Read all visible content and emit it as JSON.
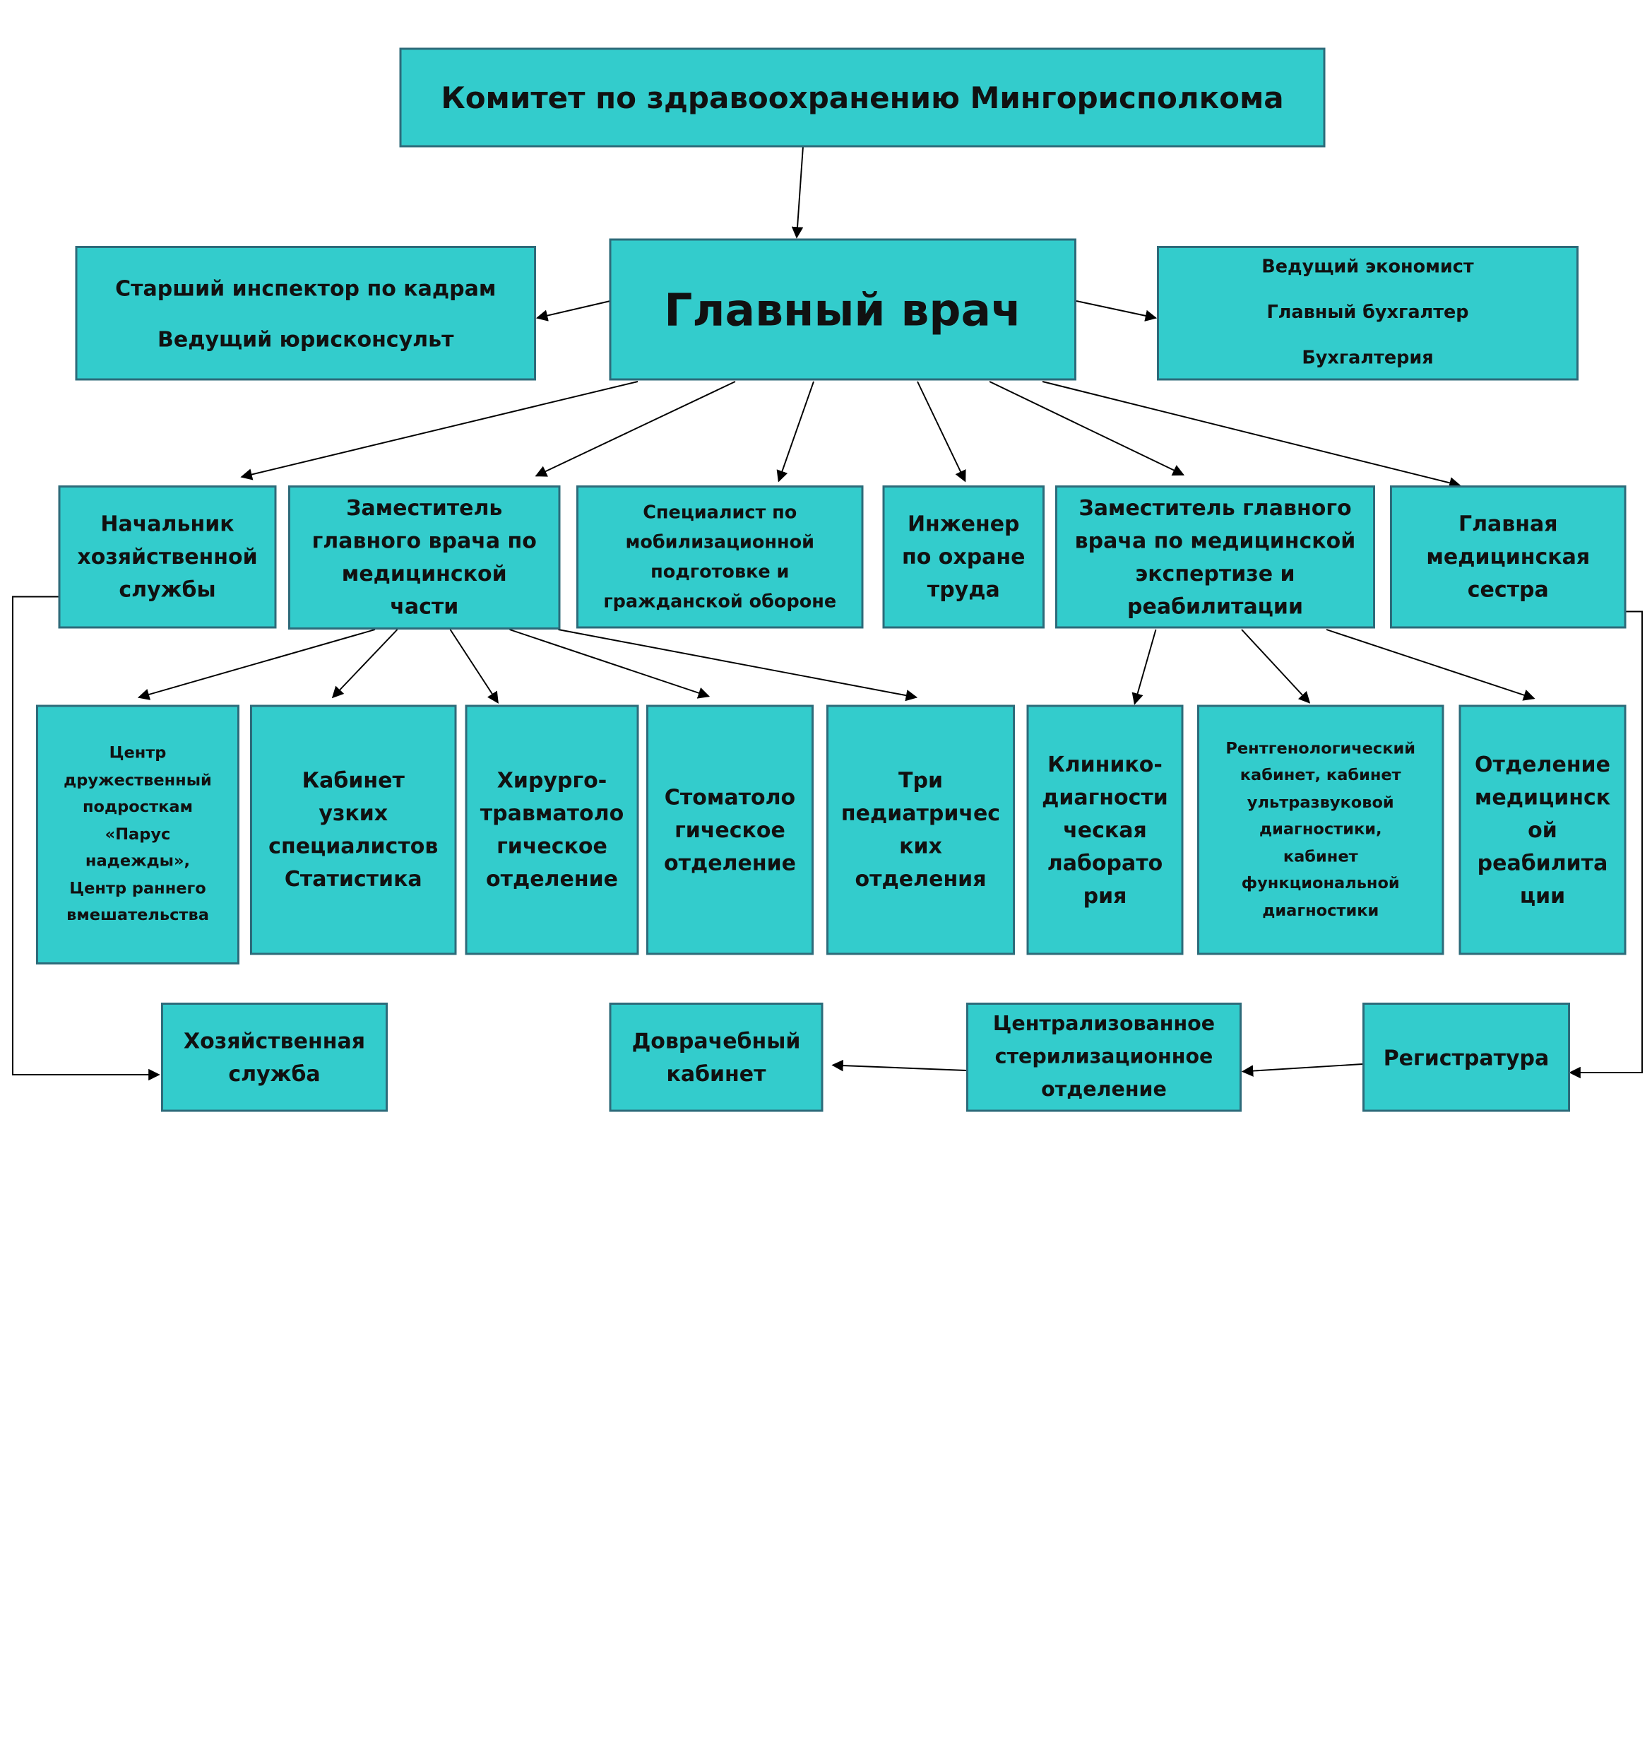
{
  "colors": {
    "box_fill": "#33cccc",
    "box_border": "#2d6b7a",
    "line": "#000000"
  },
  "nodes": {
    "committee": [
      "Комитет по здравоохранению Мингорисполкома"
    ],
    "chief": [
      "Главный врач"
    ],
    "hr_legal": [
      "Старший инспектор по кадрам",
      "Ведущий юрисконсульт"
    ],
    "economics": [
      "Ведущий экономист",
      "Главный бухгалтер",
      "Бухгалтерия"
    ],
    "head_household": [
      "Начальник",
      "хозяйственной",
      "службы"
    ],
    "deputy_medical": [
      "Заместитель",
      "главного врача по",
      "медицинской",
      "части"
    ],
    "mobilization": [
      "Специалист по",
      "мобилизационной",
      "подготовке и",
      "гражданской обороне"
    ],
    "safety_engineer": [
      "Инженер",
      "по охране",
      "труда"
    ],
    "deputy_expertise": [
      "Заместитель главного",
      "врача по медицинской",
      "экспертизе и",
      "реабилитации"
    ],
    "head_nurse": [
      "Главная",
      "медицинская",
      "сестра"
    ],
    "youth_center": [
      "Центр",
      "дружественный",
      "подросткам",
      "«Парус",
      "надежды»,",
      "Центр раннего",
      "вмешательства"
    ],
    "specialists": [
      "Кабинет",
      "узких",
      "специалистов",
      "Статистика"
    ],
    "surgery": [
      "Хирурго-",
      "травматоло",
      "гическое",
      "отделение"
    ],
    "dental": [
      "Стоматоло",
      "гическое",
      "отделение"
    ],
    "pediatric": [
      "Три",
      "педиатричес",
      "ких",
      "отделения"
    ],
    "lab": [
      "Клинико-",
      "диагности",
      "ческая",
      "лаборато",
      "рия"
    ],
    "xray": [
      "Рентгенологический",
      "кабинет, кабинет",
      "ультразвуковой",
      "диагностики,",
      "кабинет",
      "функциональной",
      "диагностики"
    ],
    "rehab": [
      "Отделение",
      "медицинск",
      "ой",
      "реабилита",
      "ции"
    ],
    "household": [
      "Хозяйственная",
      "служба"
    ],
    "premedical": [
      "Доврачебный",
      "кабинет"
    ],
    "sterilization": [
      "Централизованное",
      "стерилизационное",
      "отделение"
    ],
    "registry": [
      "Регистратура"
    ]
  },
  "edges": [
    [
      "committee",
      "chief"
    ],
    [
      "chief",
      "hr_legal"
    ],
    [
      "chief",
      "economics"
    ],
    [
      "chief",
      "head_household"
    ],
    [
      "chief",
      "deputy_medical"
    ],
    [
      "chief",
      "mobilization"
    ],
    [
      "chief",
      "safety_engineer"
    ],
    [
      "chief",
      "deputy_expertise"
    ],
    [
      "chief",
      "head_nurse"
    ],
    [
      "deputy_medical",
      "youth_center"
    ],
    [
      "deputy_medical",
      "specialists"
    ],
    [
      "deputy_medical",
      "surgery"
    ],
    [
      "deputy_medical",
      "dental"
    ],
    [
      "deputy_medical",
      "pediatric"
    ],
    [
      "deputy_expertise",
      "lab"
    ],
    [
      "deputy_expertise",
      "xray"
    ],
    [
      "deputy_expertise",
      "rehab"
    ],
    [
      "head_household",
      "household"
    ],
    [
      "head_nurse",
      "registry"
    ],
    [
      "registry",
      "sterilization"
    ],
    [
      "sterilization",
      "premedical"
    ]
  ]
}
